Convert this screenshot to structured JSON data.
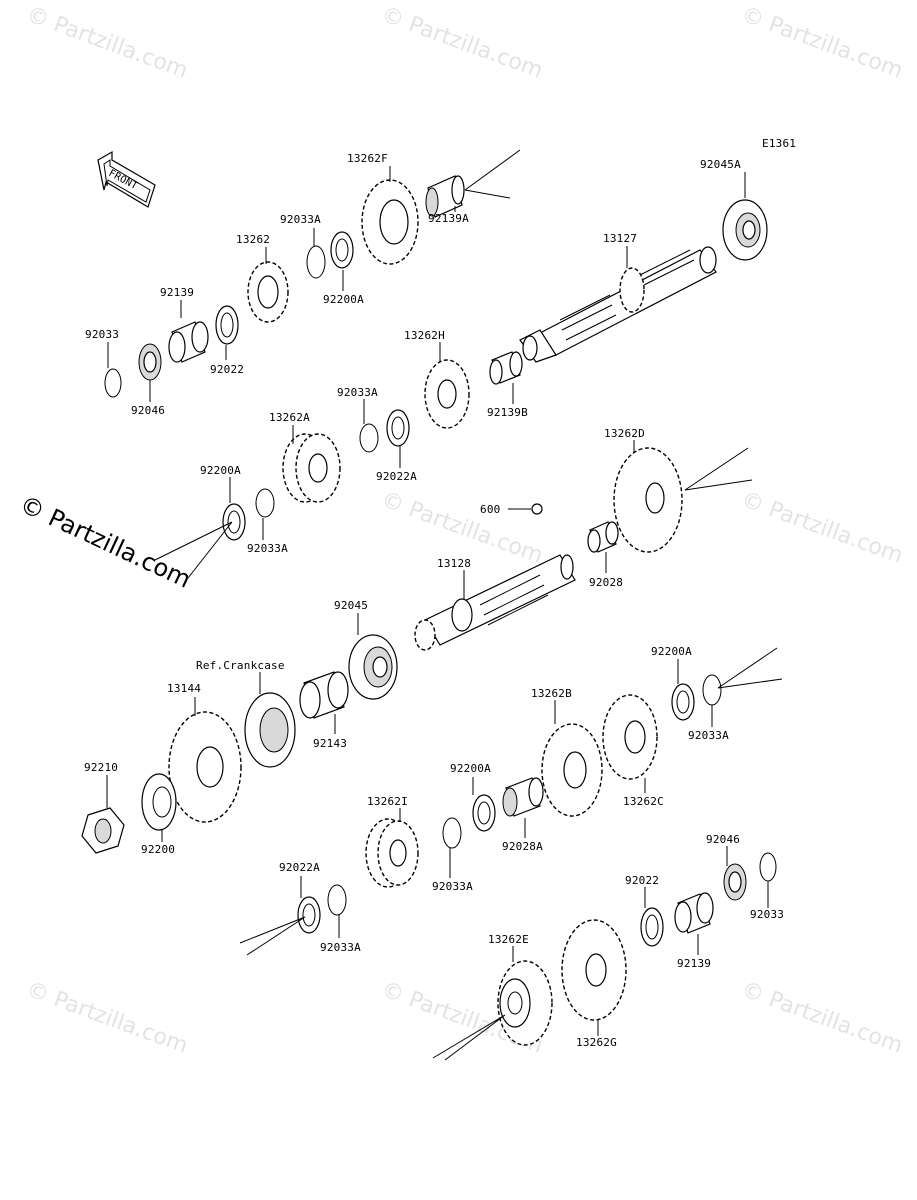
{
  "diagram_code": "E1361",
  "front_label": "FRONT",
  "watermark_text": "© Partzilla.com",
  "reference_label": "Ref.Crankcase",
  "callouts": {
    "p13262F": "13262F",
    "p92139A": "92139A",
    "p92045A": "92045A",
    "p92033A_top": "92033A",
    "p13262": "13262",
    "p92200A_top": "92200A",
    "p13127": "13127",
    "p92139": "92139",
    "p92033": "92033",
    "p92046": "92046",
    "p92022": "92022",
    "p13262H": "13262H",
    "p92139B": "92139B",
    "p92033A_2": "92033A",
    "p13262A": "13262A",
    "p92022A": "92022A",
    "p13262D": "13262D",
    "p92200A_2": "92200A",
    "p92033A_3": "92033A",
    "p600": "600",
    "p13128": "13128",
    "p92028": "92028",
    "p92045": "92045",
    "p92200A_3": "92200A",
    "p92033A_4": "92033A",
    "p13144": "13144",
    "p92143": "92143",
    "p13262B": "13262B",
    "p13262C": "13262C",
    "p92210": "92210",
    "p92200": "92200",
    "p92200A_4": "92200A",
    "p92028A": "92028A",
    "p13262I": "13262I",
    "p92033A_5": "92033A",
    "p92046_b": "92046",
    "p92022A_b": "92022A",
    "p92033A_6": "92033A",
    "p92022_b": "92022",
    "p92033_b": "92033",
    "p92139_b": "92139",
    "p13262E": "13262E",
    "p13262G": "13262G"
  }
}
